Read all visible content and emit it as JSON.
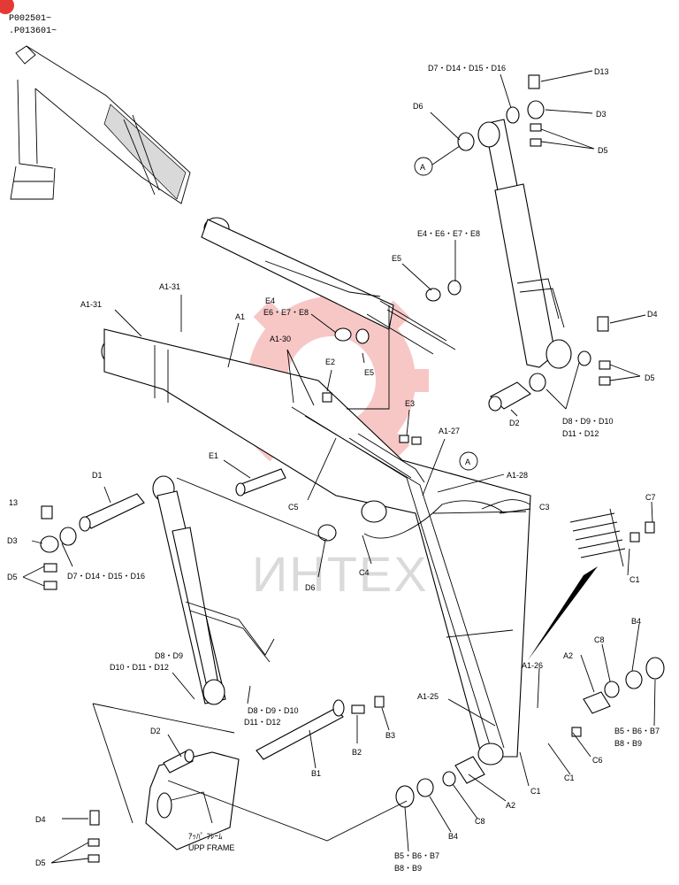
{
  "header": {
    "serial_1": "P002501~",
    "serial_2": ".P013601~"
  },
  "watermark": {
    "text": "ИНТЕХ",
    "logo": "gear-logo",
    "logo_color": "#e53935"
  },
  "corner_badge": {
    "color": "#e53935"
  },
  "upper_frame": {
    "label_jp": "ｱｯﾊﾟ ﾌﾚｰﾑ",
    "label_en": "UPP FRAME"
  },
  "callouts": {
    "d7_d14_d15_d16_top": "D7・D14・D15・D16",
    "d13_top": "D13",
    "d6_top": "D6",
    "d3_top": "D3",
    "a_top": "A",
    "d5_top": "D5",
    "e4_e6_e7_e8_top": "E4・E6・E7・E8",
    "e5_top": "E5",
    "d4_right": "D4",
    "d5_right": "D5",
    "a1_31_top": "A1-31",
    "a1_31_left": "A1-31",
    "a1": "A1",
    "e4_label": "E4",
    "e6_e7_e8_label": "E6・E7・E8",
    "a1_30": "A1-30",
    "e2": "E2",
    "e5_mid": "E5",
    "e3": "E3",
    "d8_d9_d10_right": "D8・D9・D10",
    "d11_d12_right": "D11・D12",
    "d2_right": "D2",
    "a1_27": "A1-27",
    "a_mid": "A",
    "a1_28": "A1-28",
    "e1": "E1",
    "c5": "C5",
    "c3": "C3",
    "c7": "C7",
    "d1": "D1",
    "d13_left": "13",
    "d3_left": "D3",
    "d6_mid": "D6",
    "c4": "C4",
    "c1_right": "C1",
    "d7_d14_d15_d16_left": "D7・D14・D15・D16",
    "d5_left": "D5",
    "d8_d9_left": "D8・D9",
    "d10_d11_d12_left": "D10・D11・D12",
    "b4_right": "B4",
    "c8_right": "C8",
    "a2_right": "A2",
    "a1_26": "A1-26",
    "d8_d9_d10_mid": "D8・D9・D10",
    "d11_d12_mid": "D11・D12",
    "a1_25": "A1-25",
    "b5_b6_b7_right": "B5・B6・B7",
    "b8_b9_right": "B8・B9",
    "d2_left": "D2",
    "b2": "B2",
    "b3": "B3",
    "c6": "C6",
    "b1": "B1",
    "c1_bottom": "C1",
    "c1_lower": "C1",
    "a2_bottom": "A2",
    "c8_bottom": "C8",
    "b4_bottom": "B4",
    "d4_left": "D4",
    "d5_bottom": "D5",
    "b5_b6_b7_bottom": "B5・B6・B7",
    "b8_b9_bottom": "B8・B9"
  }
}
